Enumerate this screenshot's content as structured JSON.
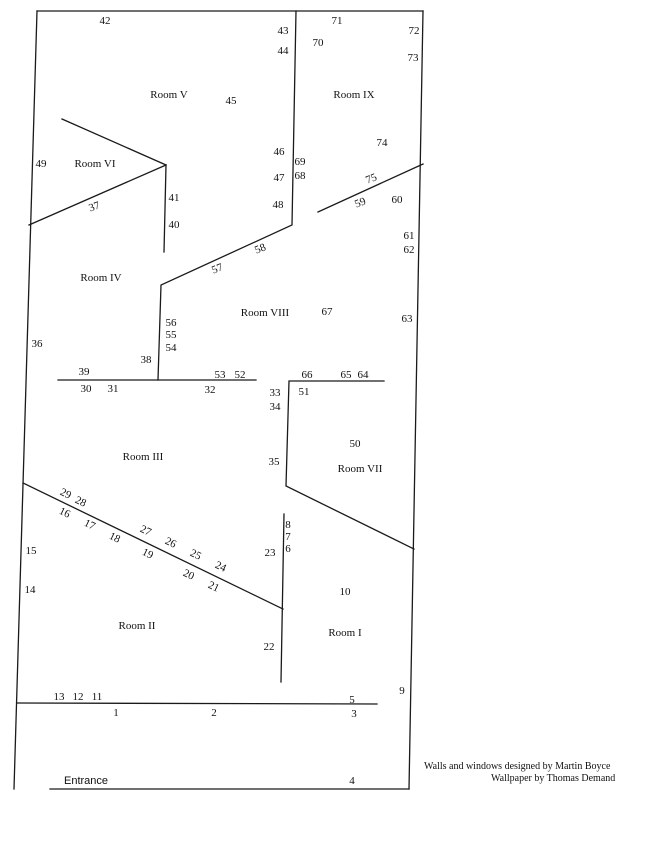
{
  "rooms": [
    "Room V",
    "Room IX",
    "Room VI",
    "Room IV",
    "Room VIII",
    "Room III",
    "Room VII",
    "Room II",
    "Room I"
  ],
  "entrance_label": "Entrance",
  "credits": {
    "walls": "Walls and windows designed by Martin Boyce",
    "wallpaper": "Wallpaper by Thomas Demand"
  },
  "numbers": [
    "1",
    "2",
    "3",
    "4",
    "5",
    "6",
    "7",
    "8",
    "9",
    "10",
    "11",
    "12",
    "13",
    "14",
    "15",
    "16",
    "17",
    "18",
    "19",
    "20",
    "21",
    "22",
    "23",
    "24",
    "25",
    "26",
    "27",
    "28",
    "29",
    "30",
    "31",
    "32",
    "33",
    "34",
    "35",
    "36",
    "37",
    "38",
    "39",
    "40",
    "41",
    "42",
    "43",
    "44",
    "45",
    "46",
    "47",
    "48",
    "49",
    "50",
    "51",
    "52",
    "53",
    "54",
    "55",
    "56",
    "57",
    "58",
    "59",
    "60",
    "61",
    "62",
    "63",
    "64",
    "65",
    "66",
    "67",
    "68",
    "69",
    "70",
    "71",
    "72",
    "73",
    "74",
    "75"
  ]
}
